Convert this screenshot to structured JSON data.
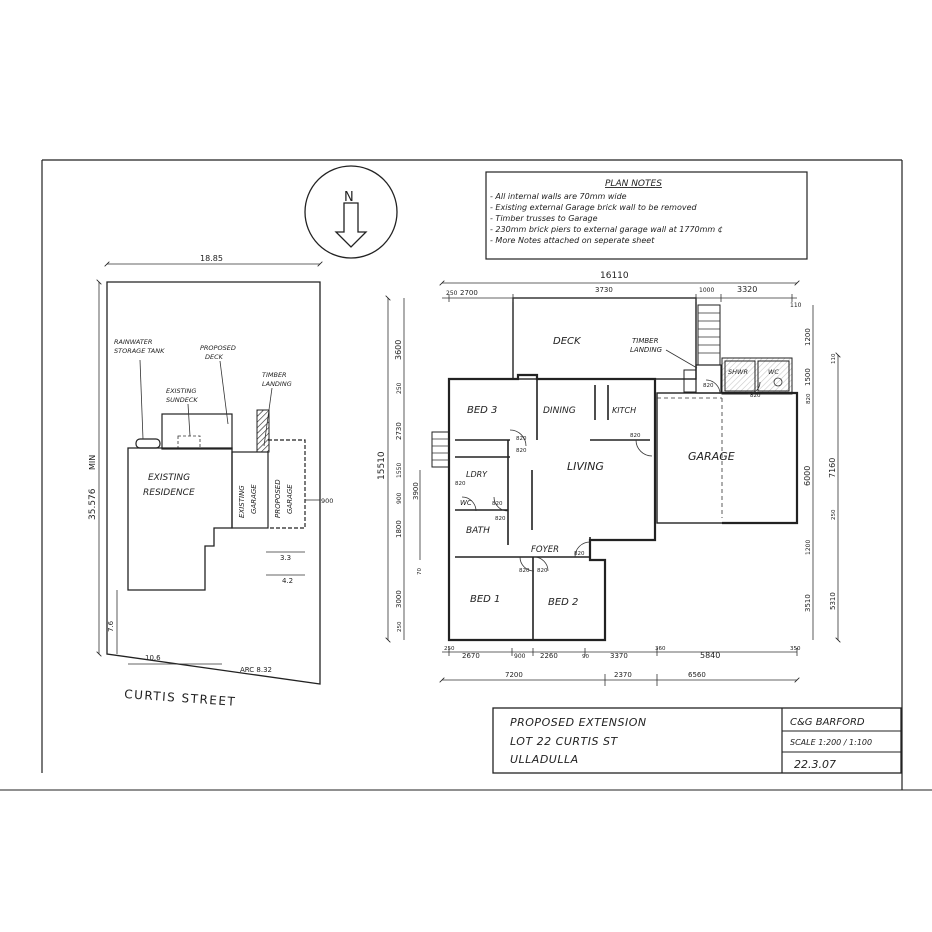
{
  "north": {
    "label": "N"
  },
  "plan_notes": {
    "heading": "PLAN NOTES",
    "items": [
      "- All internal walls are 70mm wide",
      "- Existing external Garage brick wall to be removed",
      "- Timber trusses to Garage",
      "- 230mm brick piers to external garage wall at 1770mm ¢",
      "- More Notes attached on seperate sheet"
    ]
  },
  "site_plan": {
    "dim_top": "18.85",
    "dim_side": "35.576",
    "dim_side_prefix": "MIN",
    "labels": {
      "rainwater": "RAINWATER",
      "storage_tank": "STORAGE TANK",
      "proposed": "PROPOSED",
      "deck": "DECK",
      "existing": "EXISTING",
      "sundeck": "SUNDECK",
      "timber": "TIMBER",
      "landing": "LANDING",
      "existing_residence_1": "EXISTING",
      "existing_residence_2": "RESIDENCE",
      "existing_garage_1": "EXISTING",
      "existing_garage_2": "GARAGE",
      "proposed_garage_1": "PROPOSED",
      "proposed_garage_2": "GARAGE"
    },
    "dims": {
      "d900": "900",
      "d33": "3.3",
      "d42": "4.2",
      "d76": "7.6",
      "d106": "10.6",
      "arc": "ARC 8.32"
    },
    "street": "CURTIS   STREET"
  },
  "floor_plan": {
    "overall_top": "16110",
    "top_dims": [
      "250",
      "2700",
      "3730",
      "1000",
      "3320",
      "110"
    ],
    "left_dims": [
      "3600",
      "250",
      "2730",
      "1550",
      "900",
      "1800",
      "70",
      "3000",
      "250"
    ],
    "left_overall": [
      "15510",
      "3900"
    ],
    "right_dims": [
      "1200",
      "110",
      "1500",
      "820",
      "6000",
      "250",
      "1200",
      "3510"
    ],
    "right_overall": [
      "7160",
      "5310"
    ],
    "bottom_dims": [
      "250",
      "2670",
      "900",
      "2260",
      "90",
      "3370",
      "360",
      "5840",
      "350"
    ],
    "bottom_overall": [
      "7200",
      "2370",
      "6560"
    ],
    "rooms": {
      "deck": "DECK",
      "timber_landing_1": "TIMBER",
      "timber_landing_2": "LANDING",
      "shwr": "SHWR",
      "wc_top": "WC",
      "bed3": "BED 3",
      "dining": "DINING",
      "kitch": "KITCH",
      "living": "LIVING",
      "garage": "GARAGE",
      "ldry": "LDRY",
      "wc": "WC",
      "bath": "BATH",
      "foyer": "FOYER",
      "bed1": "BED 1",
      "bed2": "BED 2"
    },
    "door_tag": "820"
  },
  "title_block": {
    "line1": "PROPOSED   EXTENSION",
    "line2": "LOT  22  CURTIS  ST",
    "line3": "ULLADULLA",
    "drafter": "C&G BARFORD",
    "scale": "SCALE 1:200 / 1:100",
    "date": "22.3.07"
  }
}
